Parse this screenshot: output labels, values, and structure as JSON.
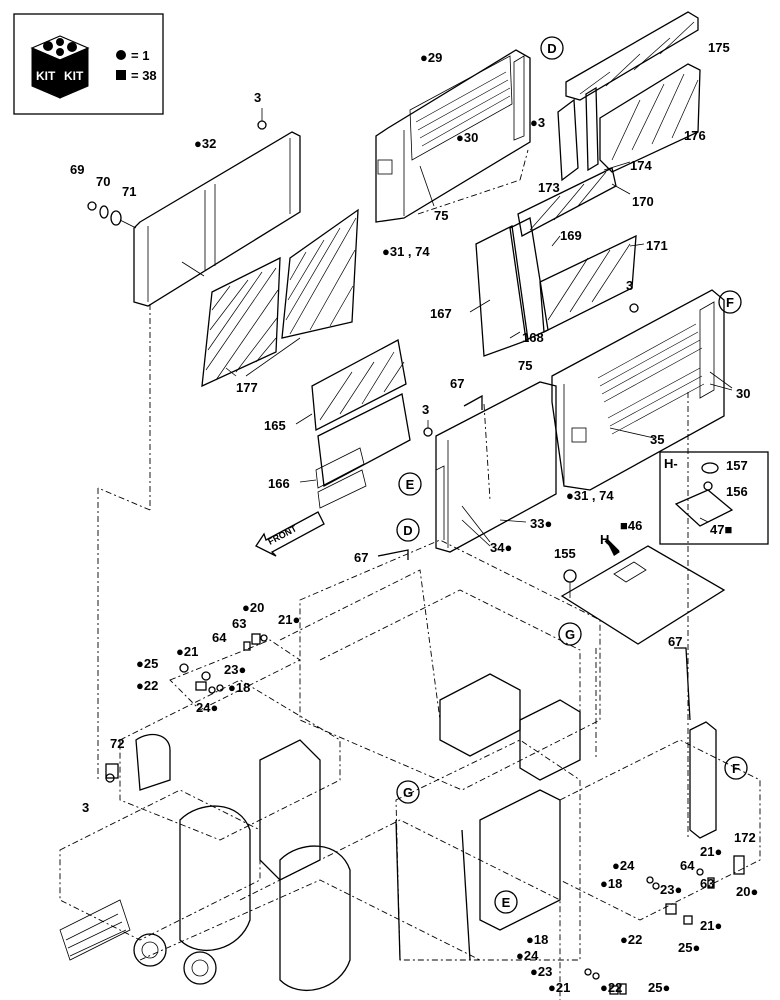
{
  "legend": {
    "kit_text": "KIT",
    "circle_value": "= 1",
    "square_value": "= 38"
  },
  "callouts": {
    "D": "D",
    "E": "E",
    "F": "F",
    "G": "G",
    "H": "H",
    "H_detail": "H-"
  },
  "front_label": "FRONT",
  "labels": [
    {
      "id": "l175",
      "text": "175"
    },
    {
      "id": "l176",
      "text": "176"
    },
    {
      "id": "l174",
      "text": "174"
    },
    {
      "id": "l173",
      "text": "173"
    },
    {
      "id": "l170",
      "text": "170"
    },
    {
      "id": "l169",
      "text": "169"
    },
    {
      "id": "l171",
      "text": "171"
    },
    {
      "id": "l167",
      "text": "167"
    },
    {
      "id": "l168",
      "text": "168"
    },
    {
      "id": "l29",
      "text": "●29"
    },
    {
      "id": "l30a",
      "text": "●30"
    },
    {
      "id": "l3a",
      "text": "●3"
    },
    {
      "id": "l75a",
      "text": "75"
    },
    {
      "id": "l3174",
      "text": "●31 , 74"
    },
    {
      "id": "l3b",
      "text": "3"
    },
    {
      "id": "l32",
      "text": "●32"
    },
    {
      "id": "l69",
      "text": "69"
    },
    {
      "id": "l70",
      "text": "70"
    },
    {
      "id": "l71",
      "text": "71"
    },
    {
      "id": "l177",
      "text": "177"
    },
    {
      "id": "l3c",
      "text": "3"
    },
    {
      "id": "l75b",
      "text": "75"
    },
    {
      "id": "l30b",
      "text": "30"
    },
    {
      "id": "l35",
      "text": "35"
    },
    {
      "id": "l67a",
      "text": "67"
    },
    {
      "id": "l3d",
      "text": "3"
    },
    {
      "id": "l165",
      "text": "165"
    },
    {
      "id": "l166",
      "text": "166"
    },
    {
      "id": "l3174b",
      "text": "●31 , 74"
    },
    {
      "id": "l33",
      "text": "33●"
    },
    {
      "id": "l34",
      "text": "34●"
    },
    {
      "id": "l157",
      "text": "157"
    },
    {
      "id": "l156",
      "text": "156"
    },
    {
      "id": "l47",
      "text": "47■"
    },
    {
      "id": "l46",
      "text": "■46"
    },
    {
      "id": "l155",
      "text": "155"
    },
    {
      "id": "l67b",
      "text": "67"
    },
    {
      "id": "l20a",
      "text": "●20"
    },
    {
      "id": "l63a",
      "text": "63"
    },
    {
      "id": "l21a",
      "text": "21●"
    },
    {
      "id": "l64a",
      "text": "64"
    },
    {
      "id": "l25a",
      "text": "●25"
    },
    {
      "id": "l21b",
      "text": "●21"
    },
    {
      "id": "l23a",
      "text": "23●"
    },
    {
      "id": "l22a",
      "text": "●22"
    },
    {
      "id": "l18a",
      "text": "●18"
    },
    {
      "id": "l24a",
      "text": "24●"
    },
    {
      "id": "l67c",
      "text": "67"
    },
    {
      "id": "l72",
      "text": "72"
    },
    {
      "id": "l3e",
      "text": "3"
    },
    {
      "id": "l172",
      "text": "172"
    },
    {
      "id": "l21c",
      "text": "21●"
    },
    {
      "id": "l24b",
      "text": "●24"
    },
    {
      "id": "l64b",
      "text": "64"
    },
    {
      "id": "l18b",
      "text": "●18"
    },
    {
      "id": "l23b",
      "text": "23●"
    },
    {
      "id": "l63b",
      "text": "63"
    },
    {
      "id": "l20b",
      "text": "20●"
    },
    {
      "id": "l21d",
      "text": "21●"
    },
    {
      "id": "l22b",
      "text": "●22"
    },
    {
      "id": "l25b",
      "text": "25●"
    },
    {
      "id": "l18c",
      "text": "●18"
    },
    {
      "id": "l24c",
      "text": "●24"
    },
    {
      "id": "l23c",
      "text": "●23"
    },
    {
      "id": "l21e",
      "text": "●21"
    },
    {
      "id": "l22c",
      "text": "●22"
    },
    {
      "id": "l25c",
      "text": "25●"
    }
  ]
}
